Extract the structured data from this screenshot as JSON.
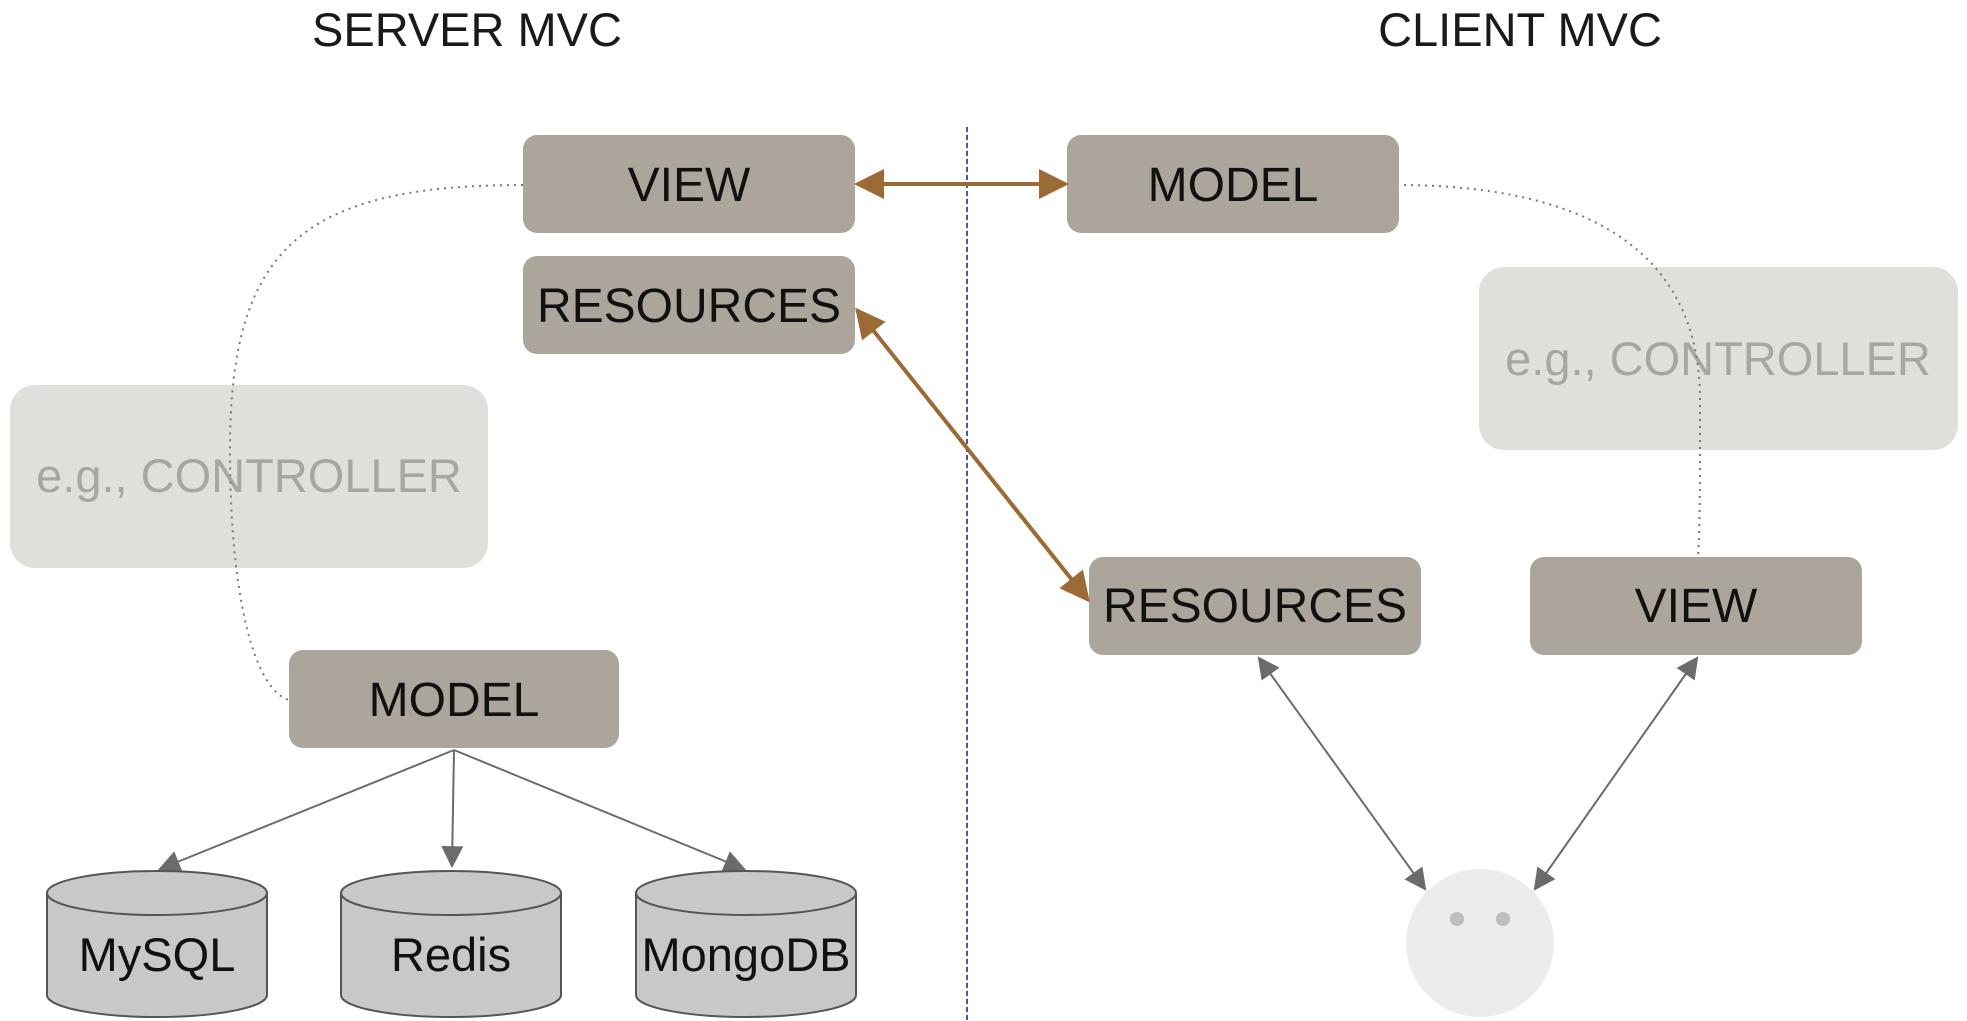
{
  "colors": {
    "box_fill": "#aca59c",
    "controller_fill": "#e1dfdc",
    "controller_text": "#a9a6a2",
    "brown_arrow": "#9c6a34",
    "gray_arrow": "#6b6b6b",
    "divider": "#3b5ba8",
    "database_fill": "#c8c8c8",
    "client_face": "#ececec"
  },
  "server": {
    "heading": "SERVER MVC",
    "view": "VIEW",
    "resources": "RESOURCES",
    "controller": "e.g., CONTROLLER",
    "model": "MODEL",
    "databases": [
      "MySQL",
      "Redis",
      "MongoDB"
    ]
  },
  "client": {
    "heading": "CLIENT MVC",
    "model": "MODEL",
    "controller": "e.g., CONTROLLER",
    "resources": "RESOURCES",
    "view": "VIEW",
    "user_icon": "user-face-icon"
  }
}
